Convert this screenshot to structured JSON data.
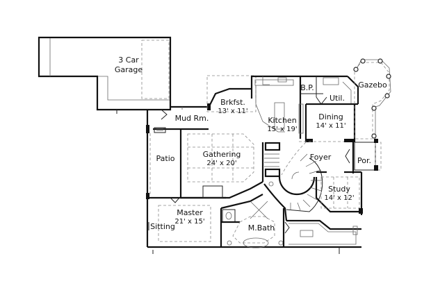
{
  "plan": {
    "rooms": [
      {
        "id": "garage",
        "name": "3 Car",
        "name2": "Garage",
        "dims": ""
      },
      {
        "id": "mud",
        "name": "Mud Rm.",
        "dims": ""
      },
      {
        "id": "brkfst",
        "name": "Brkfst.",
        "dims": "13' x 11'"
      },
      {
        "id": "kitchen",
        "name": "Kitchen",
        "dims": "15' x 19'"
      },
      {
        "id": "bp",
        "name": "B.P.",
        "dims": ""
      },
      {
        "id": "util",
        "name": "Util.",
        "dims": ""
      },
      {
        "id": "dining",
        "name": "Dining",
        "dims": "14' x 11'"
      },
      {
        "id": "gazebo",
        "name": "Gazebo",
        "dims": ""
      },
      {
        "id": "patio",
        "name": "Patio",
        "dims": ""
      },
      {
        "id": "gathering",
        "name": "Gathering",
        "dims": "24' x 20'"
      },
      {
        "id": "foyer",
        "name": "Foyer",
        "dims": ""
      },
      {
        "id": "porch",
        "name": "Por.",
        "dims": ""
      },
      {
        "id": "study",
        "name": "Study",
        "dims": "14' x 12'"
      },
      {
        "id": "master",
        "name": "Master",
        "dims": "21' x 15'"
      },
      {
        "id": "sitting",
        "name": "Sitting",
        "dims": ""
      },
      {
        "id": "mbath",
        "name": "M.Bath",
        "dims": ""
      }
    ]
  }
}
